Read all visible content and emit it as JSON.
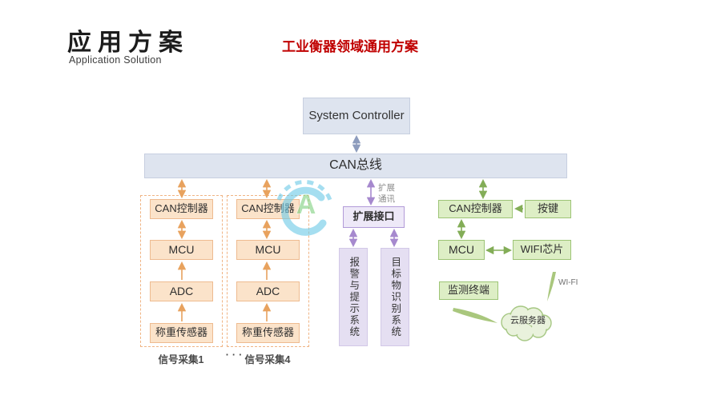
{
  "header": {
    "title": "应用方案",
    "subtitle": "Application Solution",
    "topic": "工业衡器领域通用方案"
  },
  "diagram": {
    "system_controller": "System Controller",
    "can_bus": "CAN总线",
    "columns": [
      {
        "controller": "CAN控制器",
        "mcu": "MCU",
        "adc": "ADC",
        "sensor": "称重传感器",
        "label": "信号采集1"
      },
      {
        "controller": "CAN控制器",
        "mcu": "MCU",
        "adc": "ADC",
        "sensor": "称重传感器",
        "label": "信号采集4"
      }
    ],
    "ellipsis": "···",
    "expansion": {
      "comm_label": "扩展通讯",
      "interface": "扩展接口",
      "alarm_system": "报警与提示系统",
      "target_system": "目标物识别系统"
    },
    "wireless": {
      "can_controller": "CAN控制器",
      "button": "按键",
      "mcu": "MCU",
      "wifi_chip": "WIFI芯片",
      "terminal": "监测终端",
      "wifi_label": "WI-FI",
      "cloud": "云服务器"
    }
  },
  "watermark": {
    "letter": "A"
  },
  "colors": {
    "topic_red": "#c00000",
    "bus_fill": "#dee4ef",
    "orange_fill": "#fbe3ca",
    "green_fill": "#ddeec5",
    "purple_fill": "#eee9f8",
    "orange_arrow": "#e8a25e",
    "green_arrow": "#83ad57",
    "purple_arrow": "#a689ce",
    "blue_arrow": "#8d9cbd",
    "watermark_blue": "#6fcbe8",
    "watermark_green": "#82d182"
  }
}
